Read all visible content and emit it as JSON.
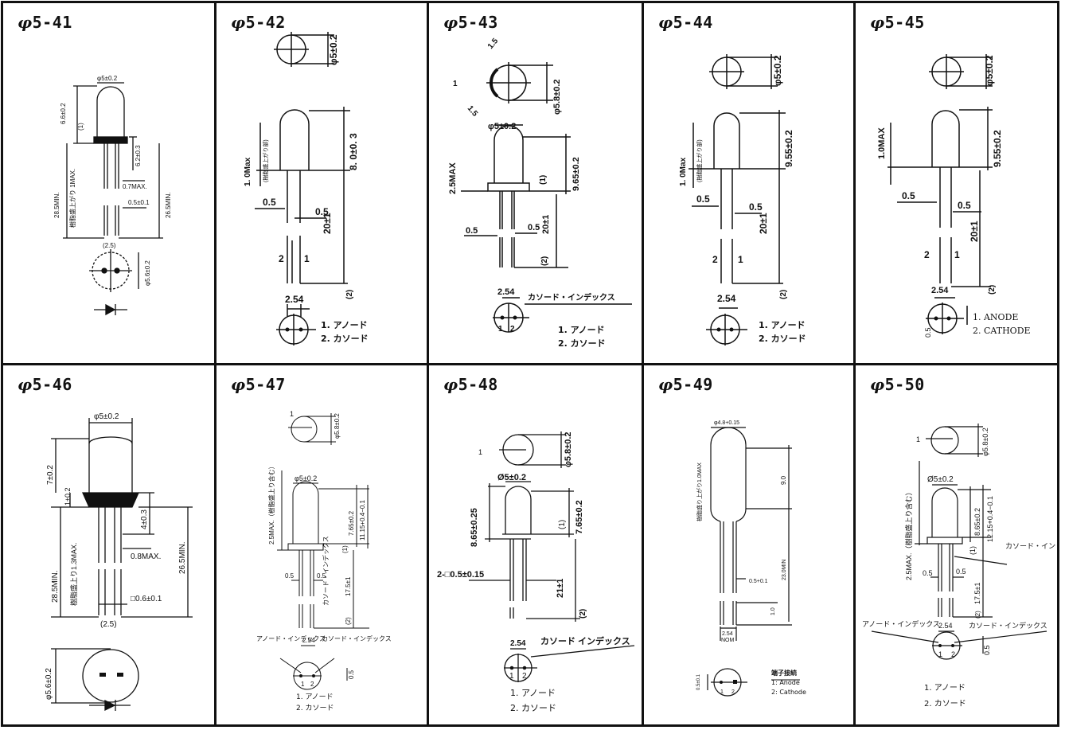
{
  "cells": [
    {
      "id": "5-41",
      "phi": "φ",
      "code": "5-41",
      "dims": {
        "dia": "φ5±0.2",
        "h": "6.6±0.2",
        "d1": "(1)",
        "h2": "6.2±0.3",
        "lead": "28.5MIN.",
        "resin": "樹脂盛上がり 1MAX.",
        "lead2": "26.5MIN.",
        "mx": "0.7MAX.",
        "sq": "0.5±0.1",
        "pitch": "(2.5)",
        "dia2": "φ5.6±0.2"
      }
    },
    {
      "id": "5-42",
      "phi": "φ",
      "code": "5-42",
      "dims": {
        "dia": "φ5±0.2",
        "side": "1. 0Max",
        "side2": "(樹脂盛上がり部)",
        "h": "8. 0±0. 3",
        "w1": "0.5",
        "w2": "0.5",
        "len": "20±1",
        "p1": "2",
        "p2": "1",
        "pin": "(2)",
        "pitch": "2.54"
      },
      "legend": [
        "1. アノード",
        "2. カソード"
      ]
    },
    {
      "id": "5-43",
      "phi": "φ",
      "code": "5-43",
      "dims": {
        "a": "1.5",
        "b": "1",
        "c": "1.5",
        "dia": "φ5.8±0.2",
        "dia2": "φ5±0.2",
        "side": "2.5MAX",
        "h": "9.65±0.2",
        "d1": "(1)",
        "w1": "0.5",
        "w2": "0.5",
        "len": "20±1",
        "pin": "(2)",
        "pitch": "2.54",
        "idx": "カソード・インデックス",
        "p1": "1",
        "p2": "2"
      },
      "legend": [
        "1. アノード",
        "2. カソード"
      ]
    },
    {
      "id": "5-44",
      "phi": "φ",
      "code": "5-44",
      "dims": {
        "dia": "φ5±0.2",
        "side": "1. 0Max",
        "side2": "(樹脂盛上がり部)",
        "h": "9.55±0.2",
        "w1": "0.5",
        "w2": "0.5",
        "len": "20±1",
        "p1": "2",
        "p2": "1",
        "pin": "(2)",
        "pitch": "2.54"
      },
      "legend": [
        "1. アノード",
        "2. カソード"
      ]
    },
    {
      "id": "5-45",
      "phi": "φ",
      "code": "5-45",
      "dims": {
        "dia": "φ5±0.2",
        "side": "1.0MAX",
        "h": "9.55±0.2",
        "w1": "0.5",
        "w2": "0.5",
        "len": "20±1",
        "p1": "2",
        "p2": "1",
        "pin": "(2)",
        "pitch": "2.54",
        "off": "0.5"
      },
      "legend": [
        "1. ANODE",
        "2. CATHODE"
      ]
    },
    {
      "id": "5-46",
      "phi": "φ",
      "code": "5-46",
      "dims": {
        "dia": "φ5±0.2",
        "h": "7±0.2",
        "d1": "1±0.2",
        "h2": "4±0.3",
        "lead": "28.5MIN.",
        "resin": "樹脂盛上り1.3MAX.",
        "lead2": "26.5MIN.",
        "mx": "0.8MAX.",
        "sq": "□0.6±0.1",
        "pitch": "(2.5)",
        "dia2": "φ5.6±0.2"
      }
    },
    {
      "id": "5-47",
      "phi": "φ",
      "code": "5-47",
      "dims": {
        "b": "1",
        "dia": "φ5.8±0.2",
        "dia2": "φ5±0.2",
        "side": "2.5MAX.（樹脂盛上り含む）",
        "h": "7.65±0.2",
        "tot": "11.15+0.4−0.1",
        "d1": "(1)",
        "w1": "0.5",
        "w2": "0.5",
        "idx": "カソード・インデックス",
        "len": "17.5±1",
        "pin": "(2)",
        "aidx": "アノード・インデックス",
        "pitch": "2.54",
        "cidx": "カソード・インデックス",
        "p1": "1",
        "p2": "2",
        "off": "0.5"
      },
      "legend": [
        "1. アノード",
        "2. カソード"
      ]
    },
    {
      "id": "5-48",
      "phi": "φ",
      "code": "5-48",
      "dims": {
        "b": "1",
        "dia": "φ5.8±0.2",
        "dia2": "Ø5±0.2",
        "h0": "8.65±0.25",
        "d1": "(1)",
        "h": "7.65±0.2",
        "sq": "2-□0.5±0.15",
        "len": "21±1",
        "pin": "(2)",
        "pitch": "2.54",
        "idx": "カソード インデックス",
        "p1": "1",
        "p2": "2"
      },
      "legend": [
        "1. アノード",
        "2. カソード"
      ]
    },
    {
      "id": "5-49",
      "phi": "φ",
      "code": "5-49",
      "dims": {
        "dia": "φ4.8+0.15",
        "resin": "樹脂盛り上がり1.0MAX",
        "h": "9.0",
        "lead": "23.0MIN",
        "sq": "0.5+0.1",
        "one": "1.0",
        "pitch": "2.54",
        "nom": "NOM",
        "off": "0.5±0.1",
        "p1": "1",
        "p2": "2"
      },
      "legend_title": "端子接続",
      "legend": [
        "1: Anode",
        "2: Cathode"
      ]
    },
    {
      "id": "5-50",
      "phi": "φ",
      "code": "5-50",
      "dims": {
        "b": "1",
        "dia": "φ5.8±0.2",
        "dia2": "Ø5±0.2",
        "side": "2.5MAX.（樹脂盛上り含む）",
        "h": "8.65±0.2",
        "tot": "12.15+0.4−0.1",
        "d1": "(1)",
        "w1": "0.5",
        "w2": "0.5",
        "idx": "カソード・インデックス",
        "len": "17.5±1",
        "pin": "(2)",
        "aidx": "アノード・インデックス",
        "pitch": "2.54",
        "cidx": "カソード・インデックス",
        "p1": "1",
        "p2": "2",
        "off": "0.5"
      },
      "legend": [
        "1. アノード",
        "2. カソード"
      ]
    }
  ]
}
